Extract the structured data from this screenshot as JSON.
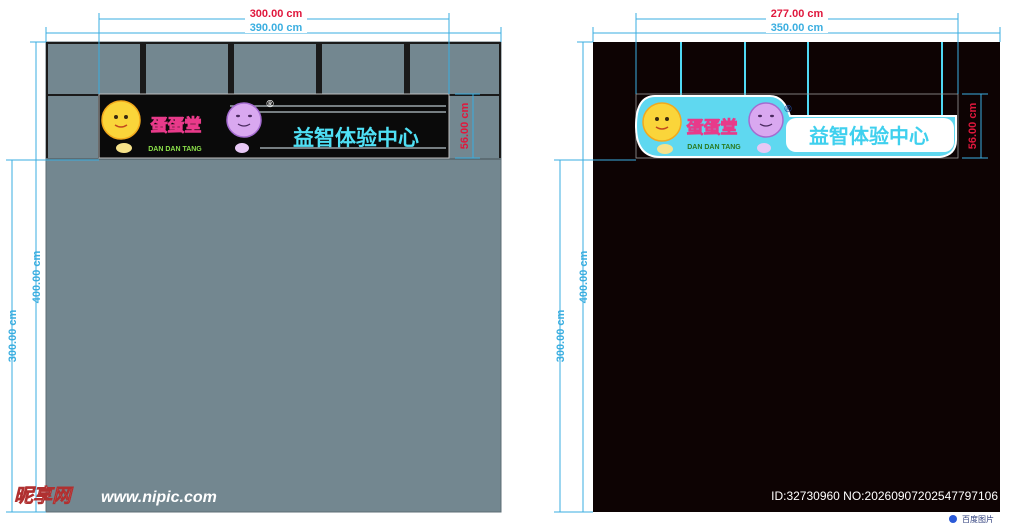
{
  "left_panel": {
    "dims": {
      "sign_width": "300.00 cm",
      "facade_width": "390.00 cm",
      "sign_height": "56.00 cm",
      "facade_height": "400.00 cm",
      "ground_height": "300.00 cm"
    },
    "sign": {
      "brand_name": "蛋蛋堂",
      "brand_pinyin": "DAN DAN TANG",
      "registered_mark": "®",
      "slogan": "益智体验中心"
    }
  },
  "right_panel": {
    "dims": {
      "sign_width": "277.00 cm",
      "facade_width": "350.00 cm",
      "sign_height": "56.00 cm",
      "facade_height": "400.00 cm",
      "ground_height": "300.00 cm"
    },
    "sign": {
      "brand_name": "蛋蛋堂",
      "brand_pinyin": "DAN DAN TANG",
      "registered_mark": "®",
      "slogan": "益智体验中心"
    }
  },
  "watermark": {
    "logo_text": "昵享网",
    "url": "www.nipic.com",
    "image_id": "ID:32730960 NO:20260907202547797106",
    "corner_mark": "百度图片"
  },
  "colors": {
    "dimension_blue": "#3aaee0",
    "dimension_red": "#e0173c",
    "left_wall": "#738790",
    "right_wall": "#0d0303",
    "sign_cyan": "#5fd8f0",
    "slogan_left": "#4fe0f5",
    "slogan_right": "#3fd0ee"
  }
}
